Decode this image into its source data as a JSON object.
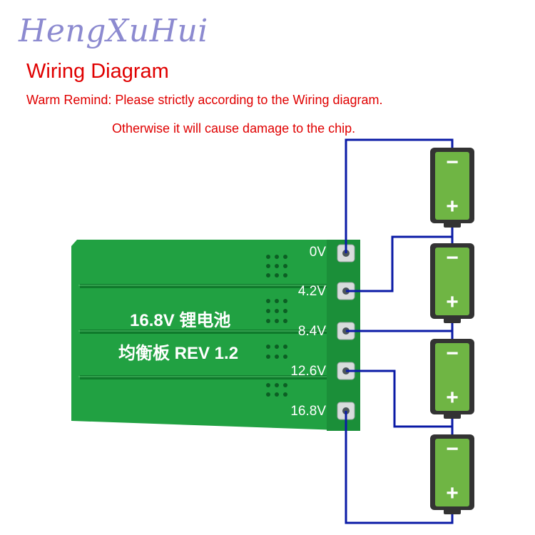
{
  "brand": "HengXuHui",
  "title": "Wiring Diagram",
  "remind_line1": "Warm Remind: Please strictly according to the Wiring diagram.",
  "remind_line2": "Otherwise it will cause damage to the chip.",
  "board": {
    "line1": "16.8V 锂电池",
    "line2": "均衡板 REV 1.2",
    "pins": [
      "0V",
      "4.2V",
      "8.4V",
      "12.6V",
      "16.8V"
    ]
  },
  "battery": {
    "minus": "−",
    "plus": "+"
  },
  "colors": {
    "title": "#e00000",
    "brand": "#8c8ad0",
    "wire": "#0a1aa6",
    "board": "#1fa23e",
    "battery": "#6fb544"
  }
}
